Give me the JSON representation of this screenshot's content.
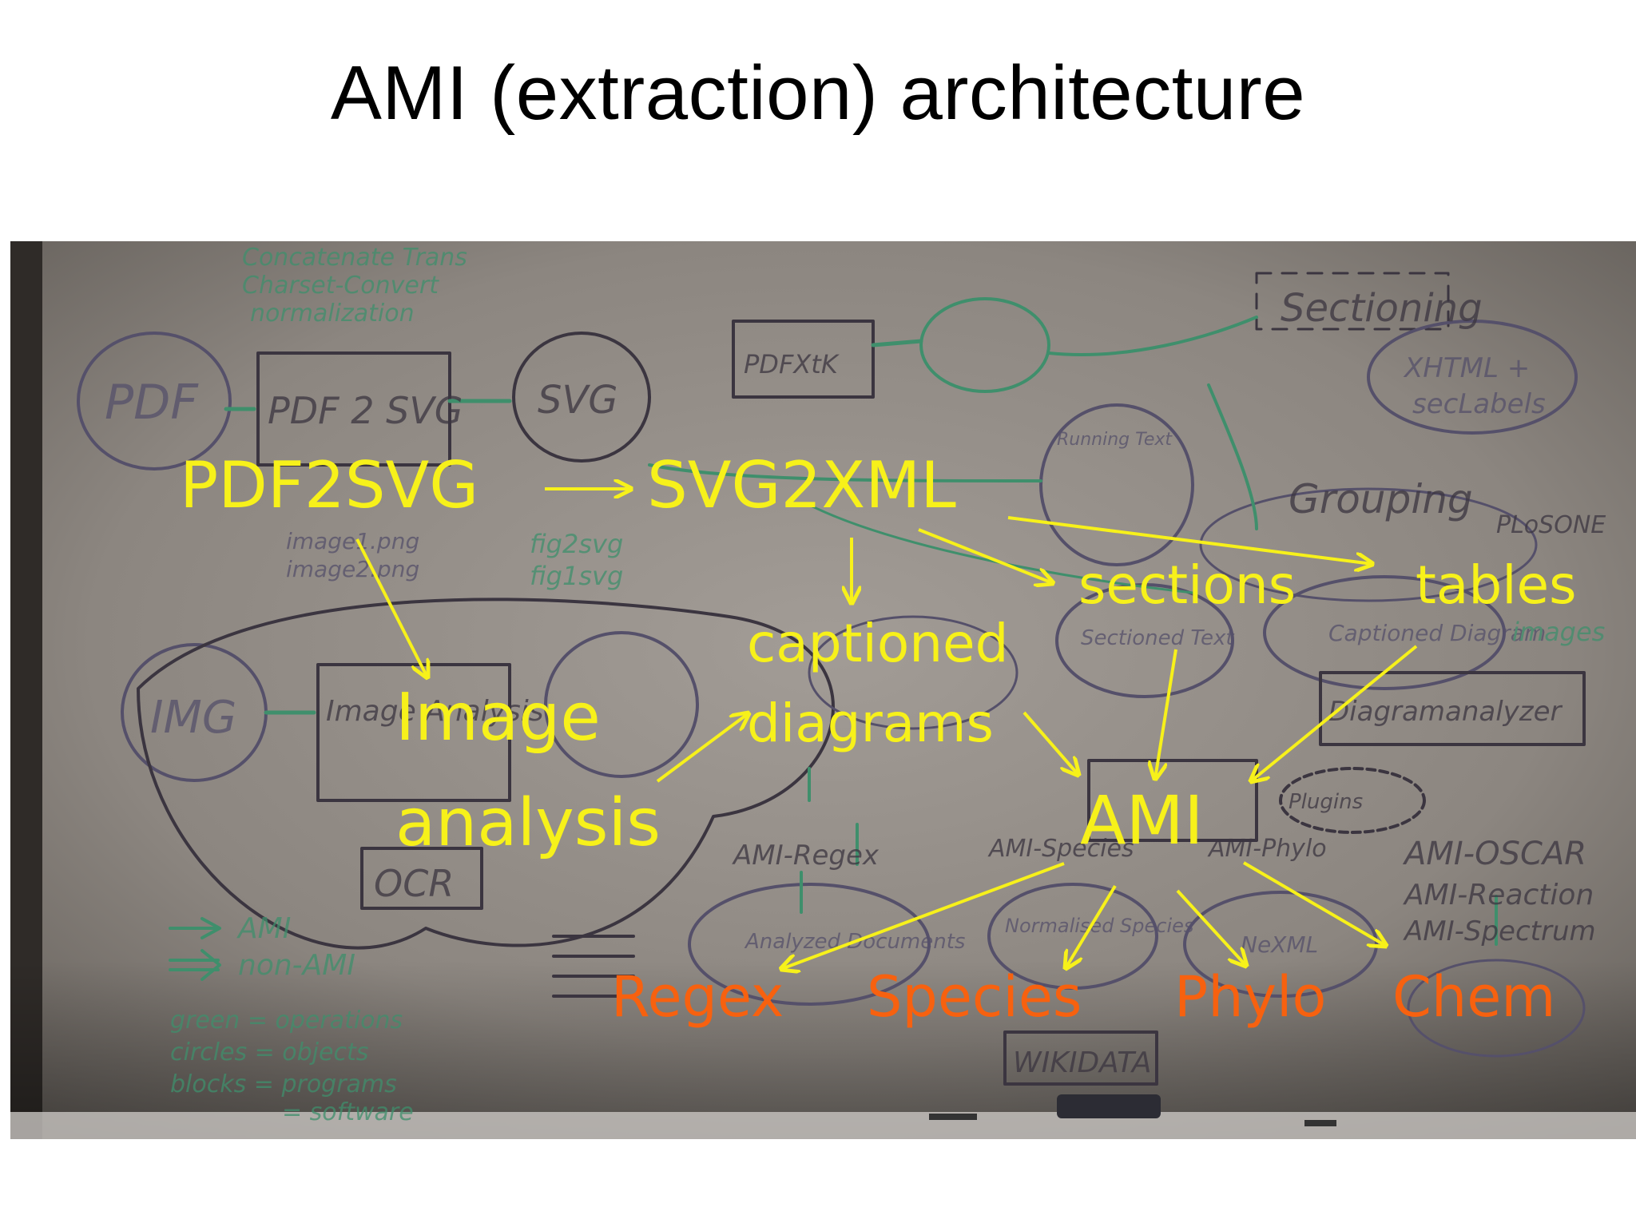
{
  "slide": {
    "title": "AMI (extraction) architecture"
  },
  "colors": {
    "label_yellow": "#f7f11a",
    "label_orange": "#f7610f",
    "whiteboard": "#8f8a85",
    "marker_green": "#3f8f6c",
    "marker_dark": "#3b3540"
  },
  "diagram": {
    "nodes": {
      "pdf2svg": "PDF2SVG",
      "svg2xml": "SVG2XML",
      "image_analysis_line1": "Image",
      "image_analysis_line2": "analysis",
      "captioned_line1": "captioned",
      "captioned_line2": "diagrams",
      "sections": "sections",
      "tables": "tables",
      "ami": "AMI",
      "regex": "Regex",
      "species": "Species",
      "phylo": "Phylo",
      "chem": "Chem"
    },
    "edges": [
      {
        "from": "PDF2SVG",
        "to": "SVG2XML"
      },
      {
        "from": "PDF2SVG",
        "to": "Image analysis"
      },
      {
        "from": "SVG2XML",
        "to": "captioned diagrams"
      },
      {
        "from": "SVG2XML",
        "to": "sections"
      },
      {
        "from": "SVG2XML",
        "to": "tables"
      },
      {
        "from": "Image analysis",
        "to": "captioned diagrams"
      },
      {
        "from": "captioned diagrams",
        "to": "AMI"
      },
      {
        "from": "sections",
        "to": "AMI"
      },
      {
        "from": "tables",
        "to": "AMI"
      },
      {
        "from": "AMI",
        "to": "Regex"
      },
      {
        "from": "AMI",
        "to": "Species"
      },
      {
        "from": "AMI",
        "to": "Phylo"
      },
      {
        "from": "AMI",
        "to": "Chem"
      }
    ]
  },
  "whiteboard_text": {
    "pdf": "PDF",
    "pdf2svg_box": "PDF 2 SVG",
    "svg_circle": "SVG",
    "pdfxtk": "PDFXtK",
    "sectioning": "Sectioning",
    "xhtml": "XHTML +",
    "seclabels": "secLabels",
    "grouping": "Grouping",
    "plosone": "PLoSONE",
    "running_text": "Running Text",
    "concat": "Concatenate Trans",
    "charset": "Charset-Convert",
    "normalization": "normalization",
    "img": "IMG",
    "image_analysis_box": "Image Analysis",
    "ocr": "OCR",
    "fig2svg": "fig2svg",
    "fig1svg": "fig1svg",
    "image1": "image1.png",
    "image2": "image2.png",
    "diagramanalyzer": "Diagramanalyzer",
    "captioned_diagram": "Captioned Diagram",
    "sectioned_text": "Sectioned Text",
    "images": "images",
    "plugins": "Plugins",
    "ami_regex": "AMI-Regex",
    "ami_species": "AMI-Species",
    "ami_phylo": "AMI-Phylo",
    "ami_oscar": "AMI-OSCAR",
    "ami_reaction": "AMI-Reaction",
    "ami_spectrum": "AMI-Spectrum",
    "wikidata": "WIKIDATA",
    "normalised": "Normalised Species",
    "nexml": "NeXML",
    "analyzed_docs": "Analyzed Documents",
    "legend_ami": "AMI",
    "legend_non_ami": "non-AMI",
    "legend_green": "green = operations",
    "legend_circles": "circles = objects",
    "legend_blocks": "blocks = programs",
    "legend_software": "= software"
  }
}
